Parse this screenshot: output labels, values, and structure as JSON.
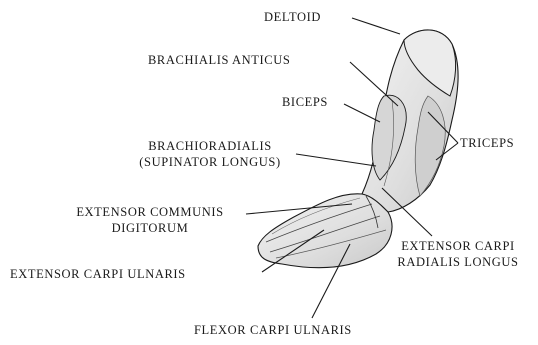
{
  "diagram": {
    "labels": {
      "deltoid": "DELTOID",
      "brachialis_anticus": "BRACHIALIS ANTICUS",
      "biceps": "BICEPS",
      "brachioradialis_line1": "BRACHIORADIALIS",
      "brachioradialis_line2": "(SUPINATOR LONGUS)",
      "triceps": "TRICEPS",
      "extensor_communis_line1": "EXTENSOR COMMUNIS",
      "extensor_communis_line2": "DIGITORUM",
      "extensor_carpi_radialis_line1": "EXTENSOR CARPI",
      "extensor_carpi_radialis_line2": "RADIALIS LONGUS",
      "extensor_carpi_ulnaris": "EXTENSOR CARPI ULNARIS",
      "flexor_carpi_ulnaris": "FLEXOR CARPI ULNARIS"
    },
    "colors": {
      "ink": "#1a1a1a",
      "arm_fill": "#e6e6e6",
      "shade": "#b8b8b8"
    }
  }
}
